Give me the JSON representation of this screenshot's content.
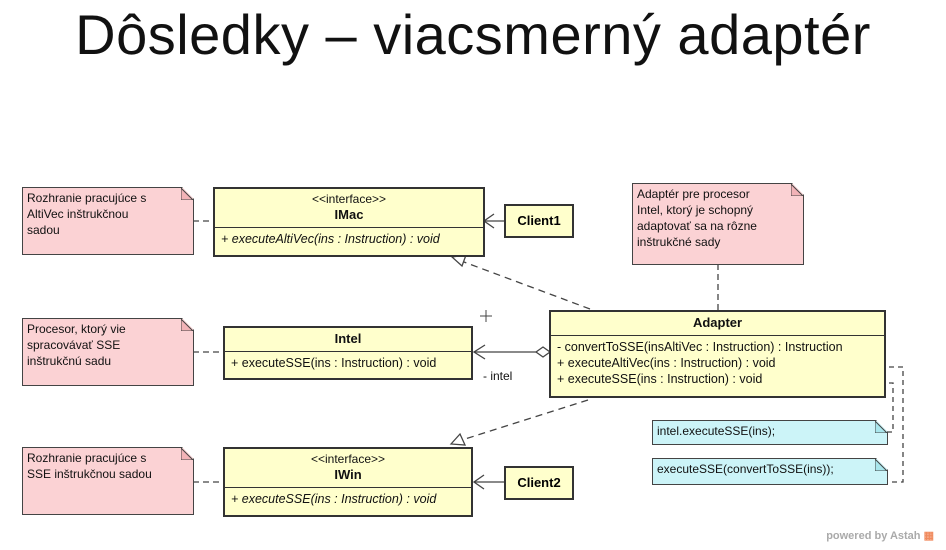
{
  "title": "Dôsledky – viacsmerný adaptér",
  "imac": {
    "stereotype": "<<interface>>",
    "name": "IMac",
    "ops": [
      "+ executeAltiVec(ins : Instruction) : void"
    ]
  },
  "intel": {
    "name": "Intel",
    "ops": [
      "+ executeSSE(ins : Instruction) : void"
    ]
  },
  "iwin": {
    "stereotype": "<<interface>>",
    "name": "IWin",
    "ops": [
      "+ executeSSE(ins : Instruction) : void"
    ]
  },
  "adapter": {
    "name": "Adapter",
    "ops": [
      "- convertToSSE(insAltiVec : Instruction) : Instruction",
      "+ executeAltiVec(ins : Instruction) : void",
      "+ executeSSE(ins : Instruction) : void"
    ]
  },
  "client1": {
    "name": "Client1"
  },
  "client2": {
    "name": "Client2"
  },
  "notes": {
    "altivec": [
      "Rozhranie pracujúce s",
      "AltiVec inštrukčnou",
      "sadou"
    ],
    "intel_proc": [
      "Procesor, ktorý vie",
      "spracovávať SSE",
      "inštrukčnú sadu"
    ],
    "sse": [
      "Rozhranie pracujúce s",
      "SSE inštrukčnou sadou"
    ],
    "adapter_desc": [
      "Adaptér pre procesor",
      "Intel, ktorý je schopný",
      "adaptovať sa na rôzne",
      "inštrukčné sady"
    ],
    "code1": "intel.executeSSE(ins);",
    "code2": "executeSSE(convertToSSE(ins));"
  },
  "role_intel": "- intel",
  "footer": {
    "powered": "powered by Astah",
    "logo": "astah-logo-icon"
  }
}
